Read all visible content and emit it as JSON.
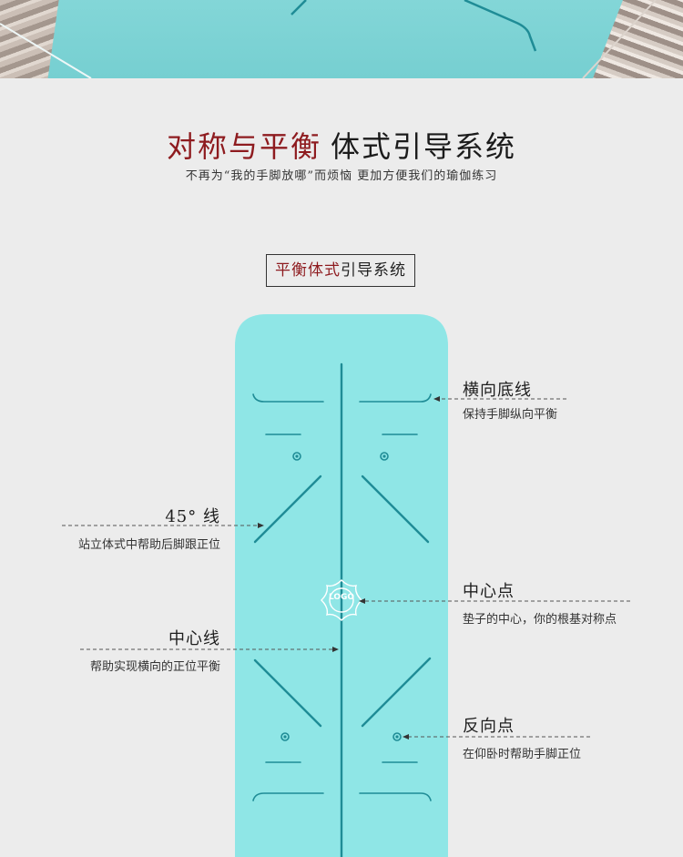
{
  "title": {
    "red": "对称与平衡",
    "black": "体式引导系统"
  },
  "subtitle": "不再为“我的手脚放哪”而烦恼 更加方便我们的瑜伽练习",
  "box_title": {
    "red": "平衡体式",
    "black": "引导系统"
  },
  "mat_logo": "LOGO",
  "colors": {
    "mat": "#8fe6e6",
    "line": "#1f8c96",
    "accent_red": "#8e1b1f",
    "background": "#ececec"
  },
  "labels": {
    "horizontal_base": {
      "title": "横向底线",
      "desc": "保持手脚纵向平衡"
    },
    "line_45": {
      "title": "45° 线",
      "desc": "站立体式中帮助后脚跟正位"
    },
    "center_point": {
      "title": "中心点",
      "desc": "垫子的中心，你的根基对称点"
    },
    "center_line": {
      "title": "中心线",
      "desc": "帮助实现横向的正位平衡"
    },
    "reverse_point": {
      "title": "反向点",
      "desc": "在仰卧时帮助手脚正位"
    }
  }
}
